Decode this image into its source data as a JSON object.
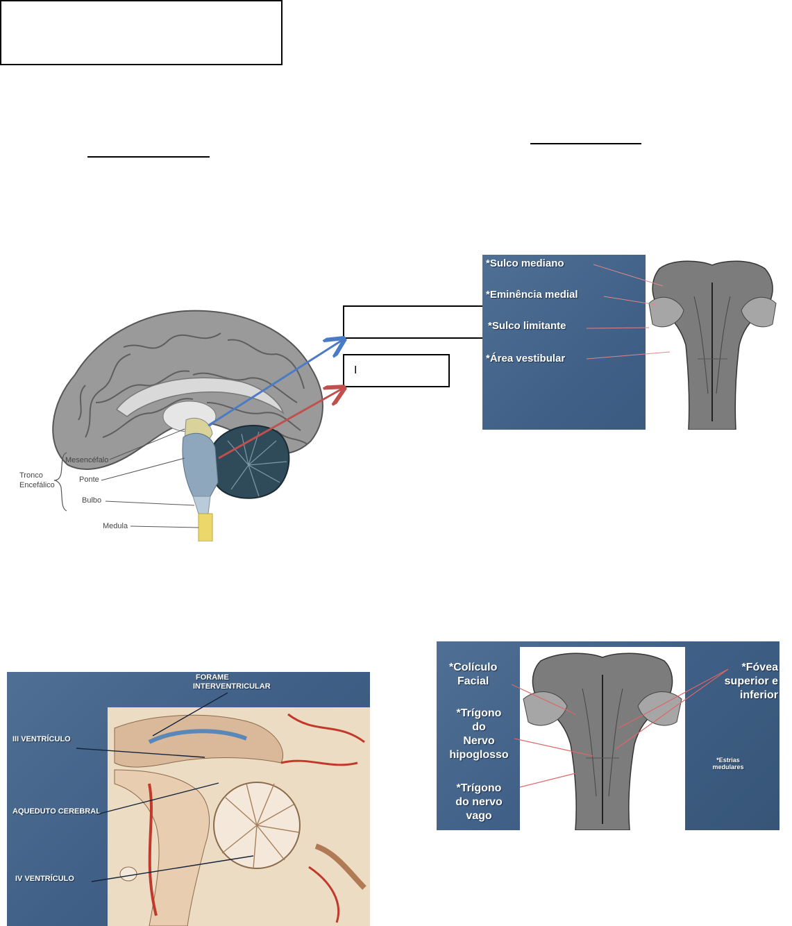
{
  "colors": {
    "slide_blue": "#466890",
    "arrow_blue": "#4a7bc4",
    "arrow_red": "#c0504d",
    "brainstem_blue": "#8ea7bd",
    "brainstem_yellow": "#ecd86a"
  },
  "figure1": {
    "group_label_1": "Tronco",
    "group_label_2": "Encefálico",
    "labels": [
      "Mesencéfalo",
      "Ponte",
      "Bulbo",
      "Medula"
    ],
    "answer_box_1": "",
    "answer_box_2": "I"
  },
  "figure2": {
    "items": [
      "*Sulco mediano",
      "*Eminência medial",
      "*Sulco limitante",
      "*Área  vestibular"
    ]
  },
  "figure3": {
    "top_label_1": "FORAME",
    "top_label_2": "INTERVENTRICULAR",
    "labels": [
      "III VENTRÍCULO",
      "AQUEDUTO CEREBRAL",
      "IV VENTRÍCULO"
    ]
  },
  "figure4": {
    "left_items": [
      [
        "*Colículo",
        "Facial"
      ],
      [
        "*Trígono",
        "do",
        "Nervo",
        "hipoglosso"
      ],
      [
        "*Trígono",
        "do nervo",
        "vago"
      ]
    ],
    "right_item": [
      "*Fóvea",
      "superior e",
      "inferior"
    ],
    "striae": [
      "*Estrias",
      "medulares"
    ]
  }
}
